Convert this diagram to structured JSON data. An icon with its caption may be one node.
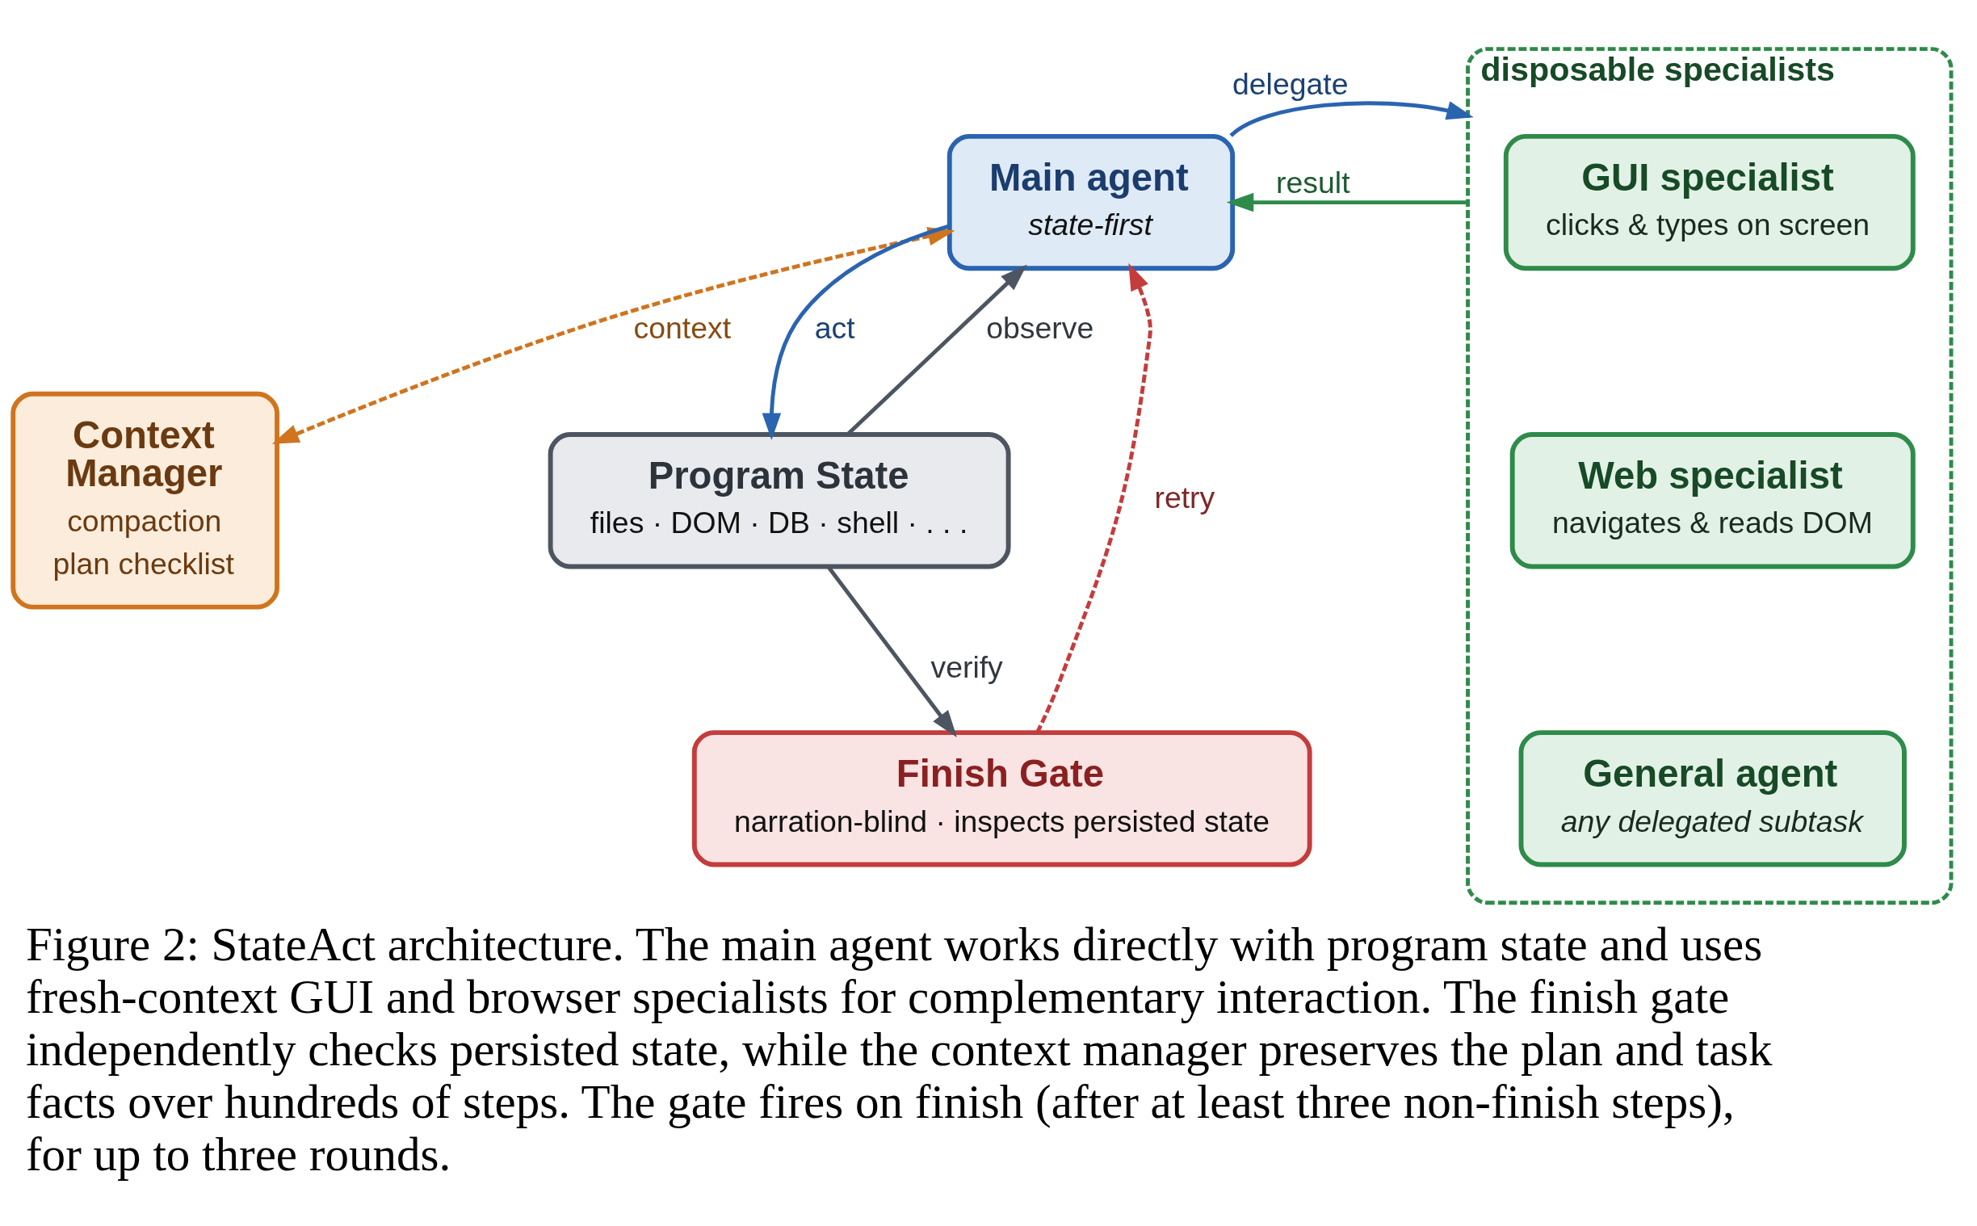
{
  "diagram": {
    "caption": "Figure 2: StateAct architecture. The main agent works directly with program state and uses fresh-context GUI and browser specialists for complementary interaction. The finish gate independently checks persisted state, while the context manager preserves the plan and task facts over hundreds of steps. The gate fires on finish (after at least three non-finish steps), for up to three rounds.",
    "nodes": [
      {
        "text": [
          "Main agent",
          "state-first"
        ]
      },
      {
        "text": [
          "Context Manager",
          "compaction",
          "plan checklist"
        ]
      },
      {
        "text": [
          "Program State",
          "files · DOM · DB · shell · . . ."
        ]
      },
      {
        "text": [
          "Finish Gate",
          "narration-blind · inspects persisted state"
        ]
      },
      {
        "text": [
          "disposable specialists"
        ]
      },
      {
        "text": [
          "GUI specialist",
          "clicks & types on screen"
        ],
        "in": 4
      },
      {
        "text": [
          "Web specialist",
          "navigates & reads DOM"
        ],
        "in": 4
      },
      {
        "text": [
          "General agent",
          "any delegated subtask"
        ],
        "in": 4
      }
    ],
    "edges": [
      {
        "from": 0,
        "to": 1,
        "arrow": "both",
        "label": "context",
        "style": "dashed",
        "color": "#d0741e"
      },
      {
        "from": 0,
        "to": 4,
        "arrow": "to",
        "label": "delegate",
        "color": "#2a64b0"
      },
      {
        "from": 4,
        "to": 0,
        "arrow": "to",
        "label": "result",
        "color": "#2e8b4a"
      },
      {
        "from": 0,
        "to": 2,
        "arrow": "to",
        "label": "act",
        "color": "#2a64b0"
      },
      {
        "from": 2,
        "to": 0,
        "arrow": "to",
        "label": "observe",
        "color": "#4d5560"
      },
      {
        "from": 2,
        "to": 3,
        "arrow": "to",
        "label": "verify",
        "color": "#4d5560"
      },
      {
        "from": 3,
        "to": 0,
        "arrow": "to",
        "label": "retry",
        "style": "dashed",
        "color": "#c43c3c"
      }
    ]
  }
}
